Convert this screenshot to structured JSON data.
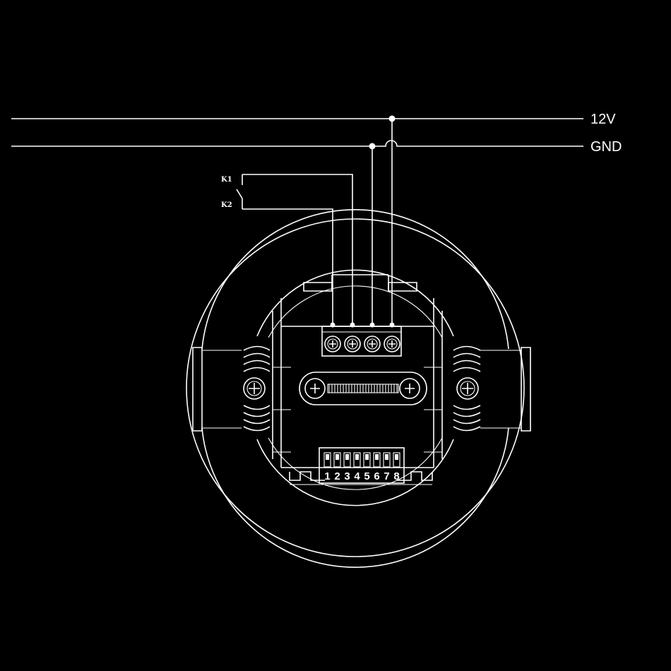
{
  "rails": {
    "top_label": "12V",
    "bottom_label": "GND"
  },
  "relay": {
    "k1_label": "K1",
    "k2_label": "K2"
  },
  "dip_switch": {
    "numbers": [
      "1",
      "2",
      "3",
      "4",
      "5",
      "6",
      "7",
      "8"
    ]
  },
  "colors": {
    "background": "#000000",
    "line": "#ffffff"
  }
}
